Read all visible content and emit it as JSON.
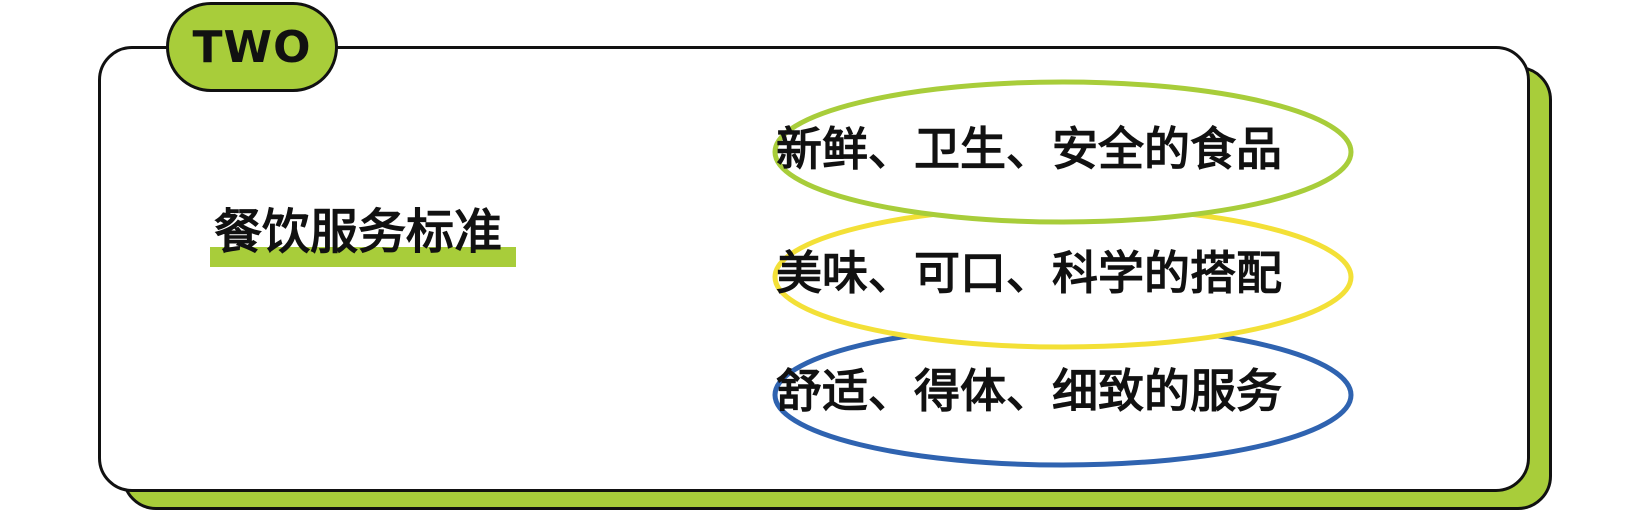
{
  "tag": {
    "label": "TWO"
  },
  "title": "餐饮服务标准",
  "items": [
    {
      "text": "新鲜、卫生、安全的食品",
      "color": "#a8cd3a"
    },
    {
      "text": "美味、可口、科学的搭配",
      "color": "#f3e037"
    },
    {
      "text": "舒适、得体、细致的服务",
      "color": "#2f63b0"
    }
  ],
  "colors": {
    "accent_green": "#a8cd3a",
    "accent_yellow": "#f3e037",
    "accent_blue": "#2f63b0",
    "outline": "#111111"
  }
}
